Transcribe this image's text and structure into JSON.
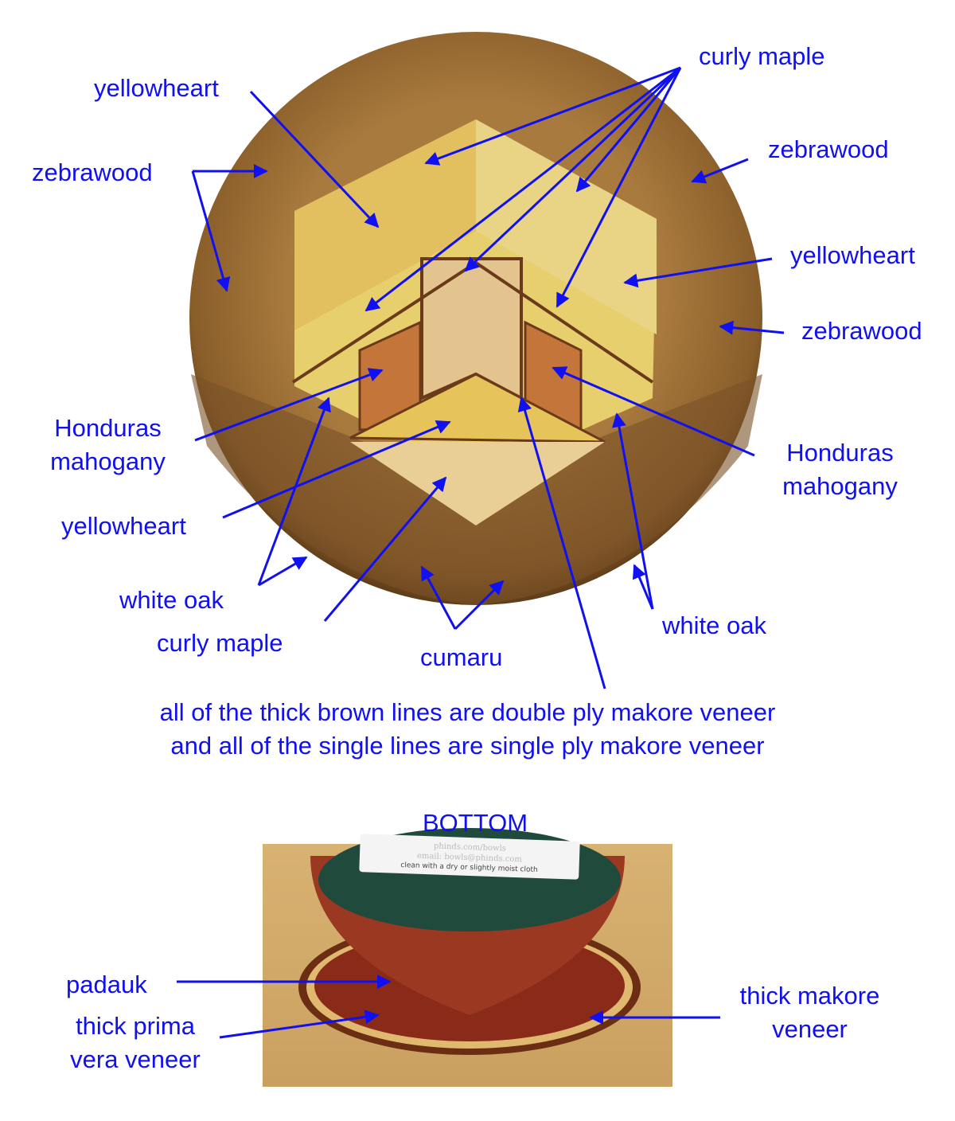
{
  "labels": {
    "curly_maple_top": "curly maple",
    "yellowheart_top_left": "yellowheart",
    "zebrawood_left": "zebrawood",
    "zebrawood_right_top": "zebrawood",
    "yellowheart_right": "yellowheart",
    "zebrawood_right": "zebrawood",
    "honduras_left": [
      "Honduras",
      "mahogany"
    ],
    "honduras_right": [
      "Honduras",
      "mahogany"
    ],
    "yellowheart_bottom_left": "yellowheart",
    "white_oak_left": "white oak",
    "curly_maple_bottom": "curly maple",
    "cumaru": "cumaru",
    "white_oak_right": "white oak",
    "note": [
      "all of the thick brown lines are double ply makore veneer",
      "and all of the single lines are single ply makore veneer"
    ],
    "bottom_title": "BOTTOM",
    "padauk": "padauk",
    "prima_vera": [
      "thick prima",
      "vera veneer"
    ],
    "makore": [
      "thick makore",
      "veneer"
    ]
  },
  "card": {
    "line1": "phinds.com/bowls",
    "line2": "email: bowls@phinds.com",
    "line3": "clean with a dry or slightly moist cloth"
  },
  "colors": {
    "label": "#1010f0",
    "arrow": "#1010f0"
  }
}
